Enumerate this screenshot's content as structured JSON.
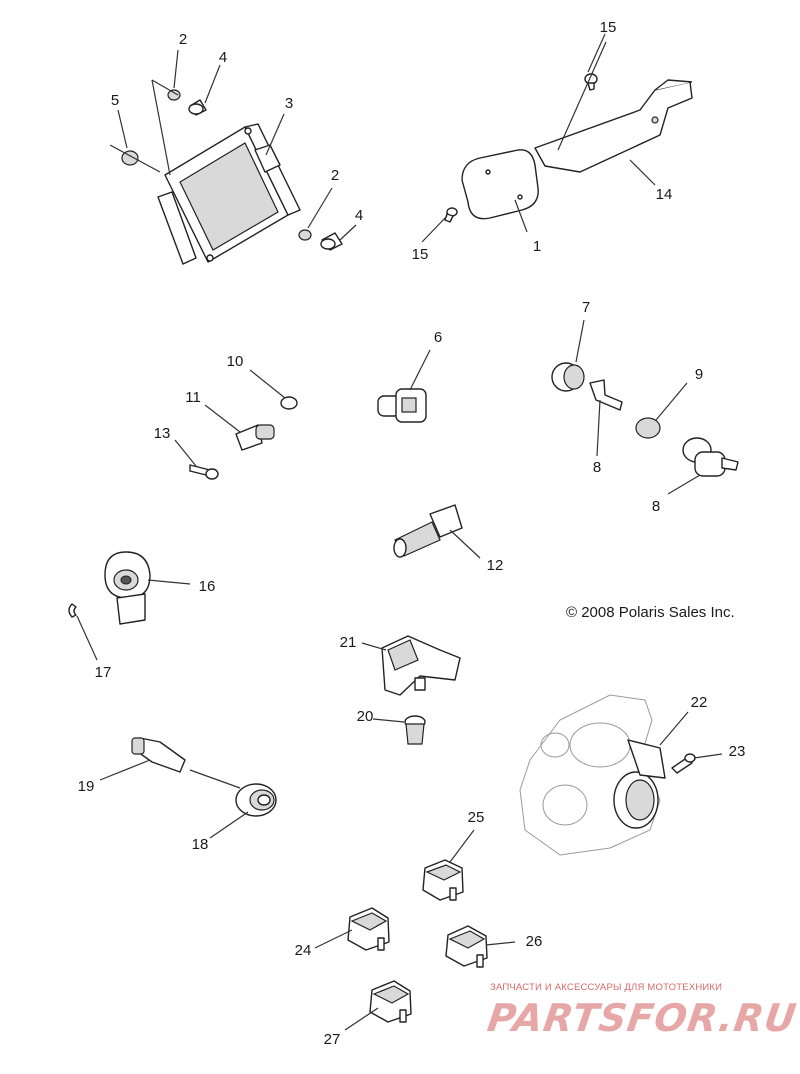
{
  "diagram": {
    "copyright": "© 2008 Polaris Sales Inc.",
    "callouts": {
      "c1": "1",
      "c2a": "2",
      "c2b": "2",
      "c3": "3",
      "c4a": "4",
      "c4b": "4",
      "c5": "5",
      "c6": "6",
      "c7": "7",
      "c8a": "8",
      "c8b": "8",
      "c9": "9",
      "c10": "10",
      "c11": "11",
      "c12": "12",
      "c13": "13",
      "c14": "14",
      "c15a": "15",
      "c15b": "15",
      "c16": "16",
      "c17": "17",
      "c18": "18",
      "c19": "19",
      "c20": "20",
      "c21": "21",
      "c22": "22",
      "c23": "23",
      "c24": "24",
      "c25": "25",
      "c26": "26",
      "c27": "27"
    }
  },
  "watermark": {
    "tagline": "ЗАПЧАСТИ И АКСЕССУАРЫ ДЛЯ МОТОТЕХНИКИ",
    "logo": "PARTSFOR.RU"
  }
}
